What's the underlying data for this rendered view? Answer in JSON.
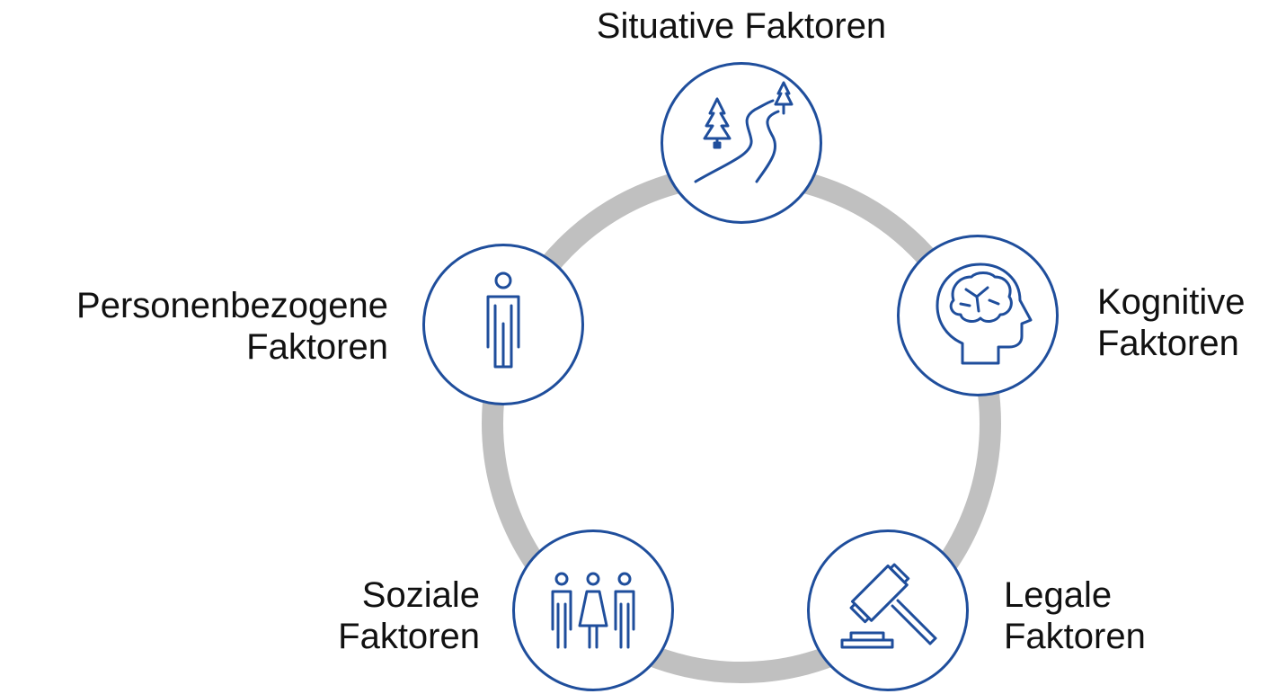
{
  "colors": {
    "ring": "#c0c0c0",
    "node_border": "#1f4e9c",
    "icon": "#1f4e9c",
    "text": "#111111",
    "background": "#ffffff"
  },
  "nodes": [
    {
      "id": "situative",
      "icon": "road-trees-icon",
      "label_lines": [
        "Situative Faktoren"
      ]
    },
    {
      "id": "kognitive",
      "icon": "brain-head-icon",
      "label_lines": [
        "Kognitive",
        "Faktoren"
      ]
    },
    {
      "id": "legale",
      "icon": "gavel-icon",
      "label_lines": [
        "Legale",
        "Faktoren"
      ]
    },
    {
      "id": "soziale",
      "icon": "people-group-icon",
      "label_lines": [
        "Soziale",
        "Faktoren"
      ]
    },
    {
      "id": "personenbezogene",
      "icon": "person-icon",
      "label_lines": [
        "Personenbezogene",
        "Faktoren"
      ]
    }
  ]
}
